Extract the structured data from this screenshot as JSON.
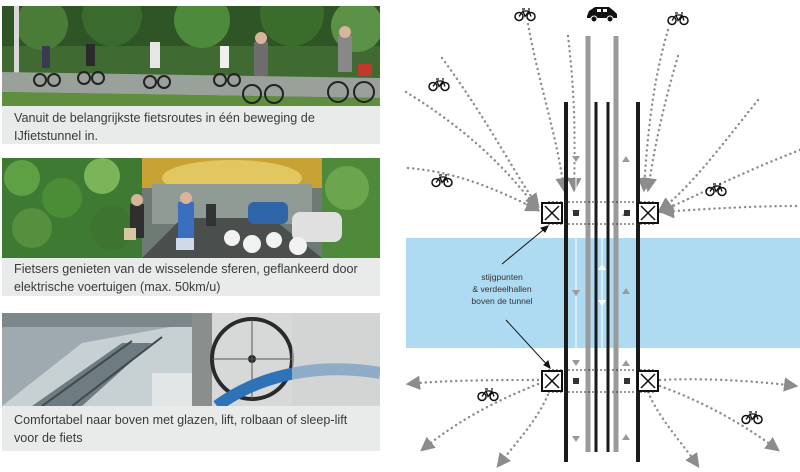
{
  "panels": [
    {
      "caption": "Vanuit de belangrijkste fietsroutes in één beweging de IJfietstunnel in.",
      "scene": "cyclists on a tree-lined bike path"
    },
    {
      "caption": "Fietsers genieten van de wisselende sferen, geflankeerd door elektrische voertuigen (max. 50km/u)",
      "scene": "cyclists in a green-walled tunnel next to electric cars"
    },
    {
      "caption": "Comfortabel naar boven met glazen, lift, rolbaan of sleep-lift voor de fiets",
      "scene": "glass escalator hall and bicycle wheel on a lift"
    }
  ],
  "diagram": {
    "annotation_lines": [
      "stijgpunten",
      "& verdeelhallen",
      "boven de tunnel"
    ],
    "icons": {
      "bike": "bicycle-icon",
      "car": "car-icon",
      "access_point": "stair-access-icon"
    },
    "colors": {
      "water": "#aedbf2",
      "tunnel_wall": "#1a1a1a",
      "lane_gray": "#9a9a9a",
      "path_dots": "#8c8c8c"
    }
  }
}
